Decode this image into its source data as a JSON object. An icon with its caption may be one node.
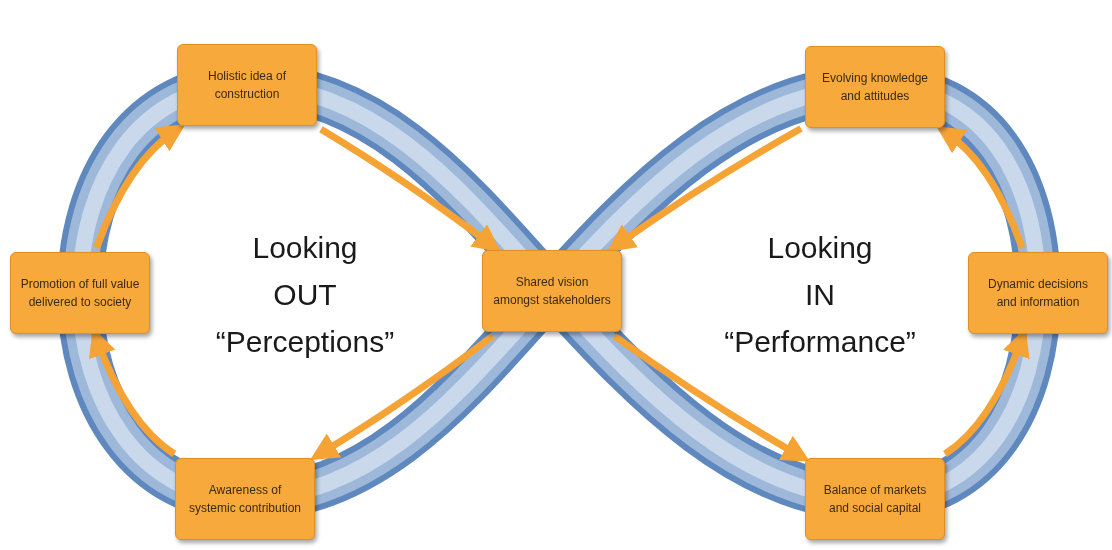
{
  "diagram": {
    "nodes": [
      {
        "text": [
          "Holistic idea of construction"
        ]
      },
      {
        "text": [
          "Evolving knowledge and attitudes"
        ]
      },
      {
        "text": [
          "Promotion of full value delivered to society"
        ]
      },
      {
        "text": [
          "Shared vision amongst stakeholders"
        ]
      },
      {
        "text": [
          "Dynamic decisions and information"
        ]
      },
      {
        "text": [
          "Awareness of systemic contribution"
        ]
      },
      {
        "text": [
          "Balance of markets and social capital"
        ]
      }
    ],
    "edges": [
      {
        "from": 0,
        "to": 3,
        "arrow": "to"
      },
      {
        "from": 3,
        "to": 5,
        "arrow": "to"
      },
      {
        "from": 5,
        "to": 2,
        "arrow": "to"
      },
      {
        "from": 2,
        "to": 0,
        "arrow": "to"
      },
      {
        "from": 3,
        "to": 6,
        "arrow": "to"
      },
      {
        "from": 6,
        "to": 4,
        "arrow": "to"
      },
      {
        "from": 4,
        "to": 1,
        "arrow": "to"
      },
      {
        "from": 1,
        "to": 3,
        "arrow": "to"
      }
    ],
    "labels": [
      "Looking",
      "OUT",
      "“Perceptions”",
      "Looking",
      "IN",
      "“Performance”"
    ]
  }
}
